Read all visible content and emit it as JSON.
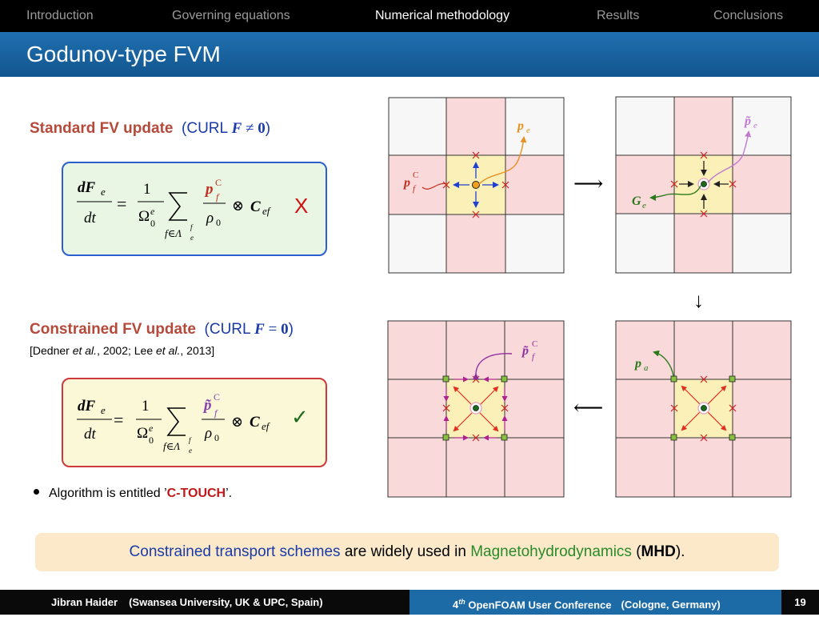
{
  "nav": {
    "items": [
      {
        "label": "Introduction"
      },
      {
        "label": "Governing equations"
      },
      {
        "label": "Numerical methodology"
      },
      {
        "label": "Results"
      },
      {
        "label": "Conclusions"
      }
    ],
    "active": "Numerical methodology"
  },
  "slide": {
    "title": "Godunov-type FVM"
  },
  "standard": {
    "heading": "Standard FV update",
    "curl_open": "(CURL ",
    "curl_var": "F",
    "curl_op": " ≠ ",
    "curl_val": "0",
    "curl_close": ")",
    "eq": {
      "lhs_num": "dF",
      "lhs_sub": "e",
      "lhs_den": "dt",
      "equals": "=",
      "frac_num": "1",
      "frac_den": "Ω",
      "frac_den_sub": "0",
      "frac_den_sup": "e",
      "sum_sub": "f∈Λ",
      "sum_sub_sub": "e",
      "sum_sub_sup": "f",
      "term_num": "p",
      "term_num_sub": "f",
      "term_num_sup": "C",
      "term_den": "ρ",
      "term_den_sub": "0",
      "otimes": "⊗",
      "c_var": "C",
      "c_sub": "ef"
    },
    "mark": "X"
  },
  "constrained": {
    "heading": "Constrained FV update",
    "curl_open": "(CURL ",
    "curl_var": "F",
    "curl_op": " = ",
    "curl_val": "0",
    "curl_close": ")",
    "citation_parts": [
      "[Dedner ",
      "et al.",
      ", 2002;  Lee ",
      "et al.",
      ", 2013]"
    ],
    "eq": {
      "lhs_num": "dF",
      "lhs_sub": "e",
      "lhs_den": "dt",
      "equals": "=",
      "frac_num": "1",
      "frac_den": "Ω",
      "frac_den_sub": "0",
      "frac_den_sup": "e",
      "sum_sub": "f∈Λ",
      "sum_sub_sub": "e",
      "sum_sub_sup": "f",
      "term_num": "p̃",
      "term_num_sub": "f",
      "term_num_sup": "C",
      "term_den": "ρ",
      "term_den_sub": "0",
      "otimes": "⊗",
      "c_var": "C",
      "c_sub": "ef"
    },
    "mark": "✓"
  },
  "bullet": {
    "pre": "Algorithm is entitled ’",
    "name": "C-TOUCH",
    "post": "’."
  },
  "note": {
    "part1": "Constrained transport schemes",
    "part2": " are widely used in ",
    "part3": "Magnetohydrodynamics",
    "part4": " (",
    "part5": "MHD",
    "part6": ")."
  },
  "diagram": {
    "labels": {
      "pe": "p",
      "pe_sub": "e",
      "pfc": "p",
      "pfc_sub": "f",
      "pfc_sup": "C",
      "pe_tilde": "p̃",
      "pe_tilde_sub": "e",
      "ge": "G",
      "ge_sub": "e",
      "pf_tilde": "p̃",
      "pf_tilde_sub": "f",
      "pf_tilde_sup": "C",
      "pa": "p",
      "pa_sub": "a"
    },
    "arrows": {
      "right": "⟶",
      "down": "↓",
      "left": "⟵"
    },
    "colors": {
      "cell_pink": "#f9d9d9",
      "cell_white": "#f7f7f7",
      "cell_yellow": "#fbf1b8",
      "orange": "#e89020",
      "violet": "#c07ad0",
      "purple": "#9030a0",
      "green": "#2a7a1a",
      "red_x": "#d02020",
      "blue_arrow": "#2040d0"
    }
  },
  "footer": {
    "author": "Jibran Haider",
    "affiliation": "(Swansea University, UK & UPC, Spain)",
    "conf_num": "4",
    "conf_sup": "th",
    "conf_name": " OpenFOAM User Conference",
    "conf_loc": "(Cologne, Germany)",
    "page": "19"
  }
}
